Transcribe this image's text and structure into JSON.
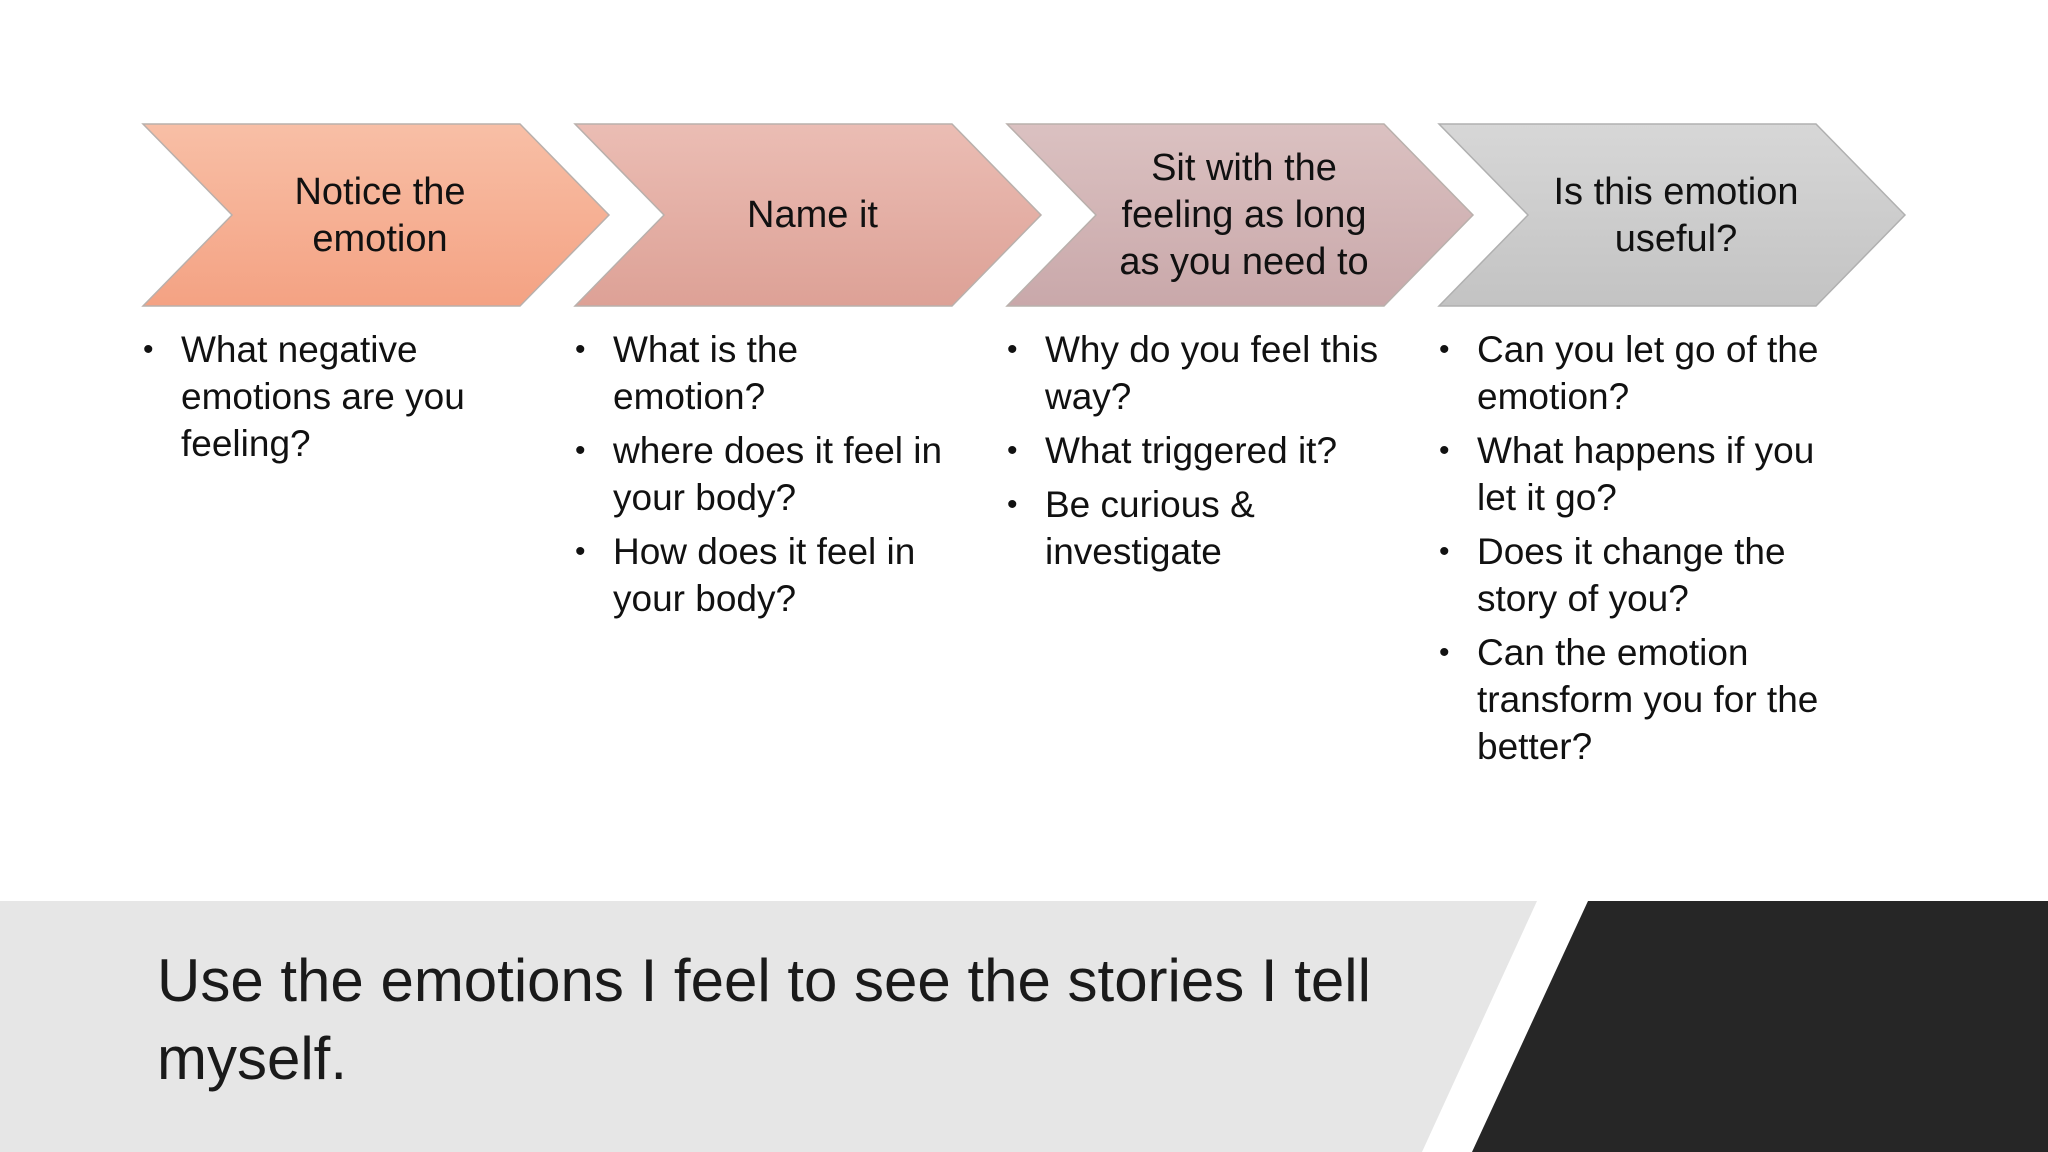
{
  "steps": [
    {
      "title": "Notice the emotion",
      "color": "#F6A98A",
      "bullets": [
        "What negative emotions are you feeling?"
      ]
    },
    {
      "title": "Name it",
      "color": "#E2AAA0",
      "bullets": [
        "What is the emotion?",
        "where does it feel in your body?",
        "How does it feel in your body?"
      ]
    },
    {
      "title": "Sit with the feeling as long as you need to",
      "color": "#CFB1B1",
      "bullets": [
        "Why do you feel this way?",
        "What triggered it?",
        "Be curious & investigate"
      ]
    },
    {
      "title": "Is this emotion useful?",
      "color": "#C9C9C9",
      "bullets": [
        "Can you let go of the emotion?",
        "What happens if you let it go?",
        "Does it change the story of you?",
        "Can the emotion transform you for the better?"
      ]
    }
  ],
  "footer": {
    "text": "Use the emotions I feel to see the stories I tell myself.",
    "band_color": "#E6E6E6",
    "accent_color": "#262626"
  },
  "bullet_glyph": "•"
}
